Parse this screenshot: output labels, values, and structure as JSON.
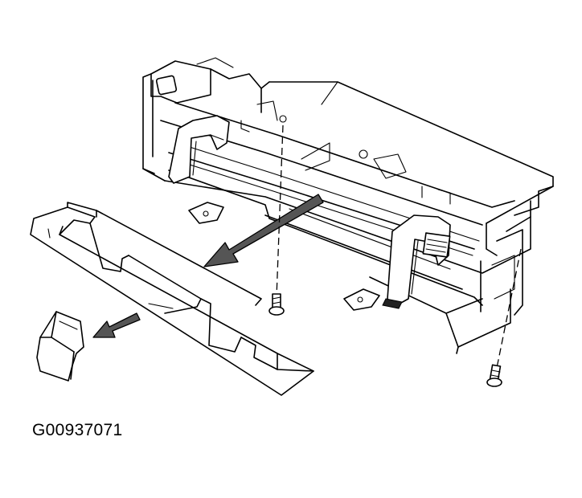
{
  "figure": {
    "caption": "G00937071",
    "line_color": "#000000",
    "background_color": "#ffffff",
    "components": [
      "instrument-cluster-carrier",
      "trim-cover",
      "retaining-clip",
      "screw",
      "screw"
    ]
  }
}
